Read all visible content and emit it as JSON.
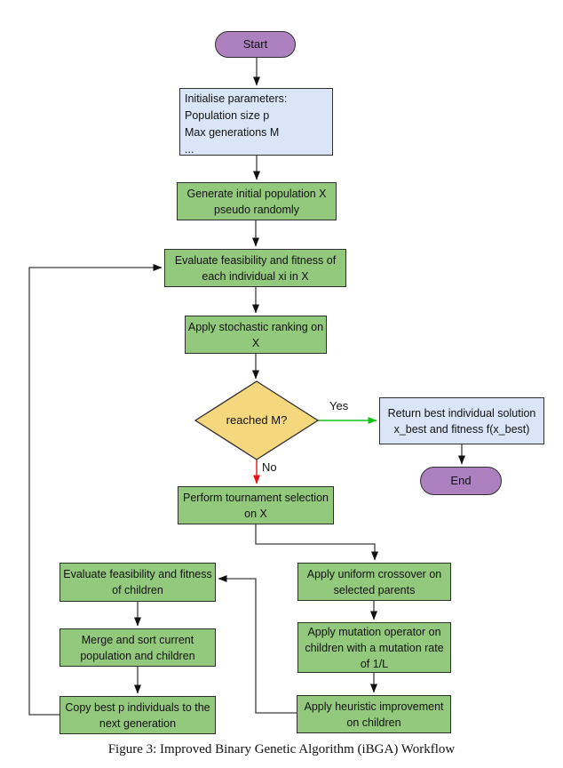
{
  "figure": {
    "caption": "Figure 3: Improved Binary Genetic Algorithm (iBGA) Workflow"
  },
  "colors": {
    "process_fill": "#93c97c",
    "data_fill": "#dae6f8",
    "decision_fill": "#f5d77e",
    "terminal_fill": "#ad80c0",
    "node_border": "#2f2f2f",
    "wire": "#3f3f3f",
    "wire_head": "#111111",
    "wire_yes": "#16c11c",
    "wire_no": "#e81313"
  },
  "nodes": {
    "start": {
      "label": "Start",
      "type": "terminal"
    },
    "init": {
      "label": "Initialise parameters:\nPopulation size p\nMax generations M\n...",
      "type": "data"
    },
    "generate": {
      "label": "Generate initial population X\npseudo randomly",
      "type": "process"
    },
    "evaluate": {
      "label": "Evaluate feasibility and fitness of\neach individual xi in X",
      "type": "process"
    },
    "ranking": {
      "label": "Apply stochastic ranking on\nX",
      "type": "process"
    },
    "decision": {
      "label": "reached M?",
      "type": "decision"
    },
    "return_best": {
      "label": "Return best individual solution\nx_best and fitness f(x_best)",
      "type": "data"
    },
    "end": {
      "label": "End",
      "type": "terminal"
    },
    "tournament": {
      "label": "Perform tournament selection\non X",
      "type": "process"
    },
    "crossover": {
      "label": "Apply uniform crossover on\nselected parents",
      "type": "process"
    },
    "mutation": {
      "label": "Apply mutation operator on\nchildren with a mutation rate\nof 1/L",
      "type": "process"
    },
    "heuristic": {
      "label": "Apply heuristic improvement\non children",
      "type": "process"
    },
    "evaluate_children": {
      "label": "Evaluate feasibility and fitness\nof children",
      "type": "process"
    },
    "merge": {
      "label": "Merge and sort current\npopulation and children",
      "type": "process"
    },
    "copy": {
      "label": "Copy best p individuals to the\nnext generation",
      "type": "process"
    }
  },
  "edges": {
    "yes_label": "Yes",
    "no_label": "No"
  }
}
